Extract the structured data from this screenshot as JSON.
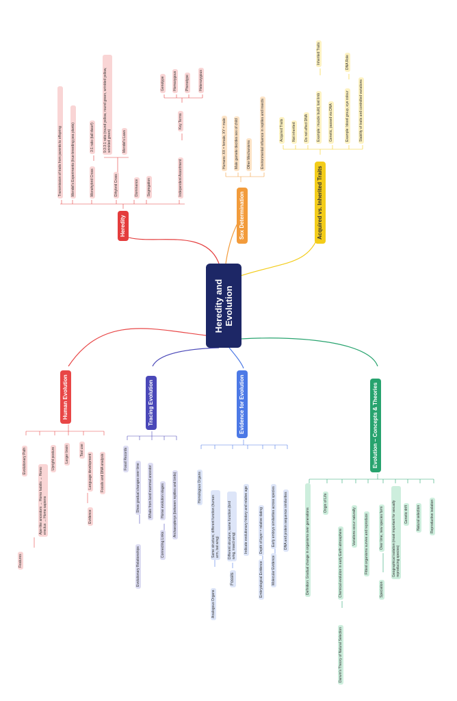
{
  "central": "Heredity and Evolution",
  "colors": {
    "central": "#1d2766",
    "heredity": "#e43c3c",
    "heredity_light": "#f9d5d5",
    "sex": "#f29b3b",
    "sex_light": "#fce3c6",
    "traits": "#f3cc1a",
    "traits_light": "#fdf2c2",
    "human": "#e84646",
    "human_light": "#f9d5d5",
    "tracing": "#4a48b8",
    "tracing_light": "#dcdcf2",
    "evidence": "#4c79e6",
    "evidence_light": "#dde5f8",
    "theories": "#27a36e",
    "theories_light": "#cdeedd"
  },
  "branches": {
    "heredity": {
      "title": "Heredity",
      "items": [
        "Transmission of traits from parents to offspring",
        "Mendel's Experiments (true-breeding pea plants)",
        "Monohybrid Cross",
        "3:1 ratio (tall:dwarf)",
        "Dihybrid Cross",
        "9:3:3:1 ratio (round yellow, round green, wrinkled yellow, wrinkled green)",
        "Mendel's Laws",
        "Dominance",
        "Segregation",
        "Independent Assortment",
        "Key Terms",
        "Genotype",
        "Homozygous",
        "Phenotype",
        "Heterozygous"
      ]
    },
    "sex": {
      "title": "Sex Determination",
      "items": [
        "Humans: XX = female, XY = male",
        "Male gamete decides sex of child",
        "Other Mechanisms",
        "Environmental influence in reptiles and insects"
      ]
    },
    "traits": {
      "title": "Acquired vs. Inherited Traits",
      "items": [
        "Acquired Traits",
        "Not inherited",
        "Do not affect DNA",
        "Example: muscle build, lost limb",
        "Inherited Traits",
        "Genetic, passed via DNA",
        "Example: blood group, eye colour",
        "DNA Role",
        "Stability of traits and controlled variations"
      ]
    },
    "human": {
      "title": "Human Evolution",
      "items": [
        "Evolutionary Path",
        "Ape-like ancestors → Homo habilis → Homo erectus → Homo sapiens",
        "Features",
        "Upright posture",
        "Larger brain",
        "Tool use",
        "Language development",
        "Evidence",
        "Fossils and DNA analysis"
      ]
    },
    "tracing": {
      "title": "Tracing Evolution",
      "items": [
        "Fossil Records",
        "Show gradual changes over time",
        "Evolutionary Relationships",
        "Whale from land mammal ancestor",
        "Connecting Links",
        "Horse evolution stages",
        "Archaeopteryx (between reptiles and birds)"
      ]
    },
    "evidence": {
      "title": "Evidence for Evolution",
      "items": [
        "Homologous Organs",
        "Same structure, different function (human arm, bat wing)",
        "Analogous Organs",
        "Different structure, same function (bird wing, insect wing)",
        "Fossils",
        "Indicate evolutionary history and relative age",
        "Depth of layer = relative dating",
        "Embryological Evidence",
        "Early embryo similarities across species",
        "Molecular Evidence",
        "DNA and protein sequence similarities"
      ]
    },
    "theories": {
      "title": "Evolution – Concepts & Theories",
      "items": [
        "Definition: Gradual change in organisms over generations",
        "Origin of Life",
        "Chemical evolution in early Earth atmosphere",
        "Darwin's Theory of Natural Selection",
        "Variations occur naturally",
        "Fittest organisms survive and reproduce",
        "Speciation",
        "Over time, new species form",
        "Geographical isolation (most important for sexually reproducing species)",
        "Genetic drift",
        "Natural selection",
        "Reproductive isolation"
      ]
    }
  }
}
